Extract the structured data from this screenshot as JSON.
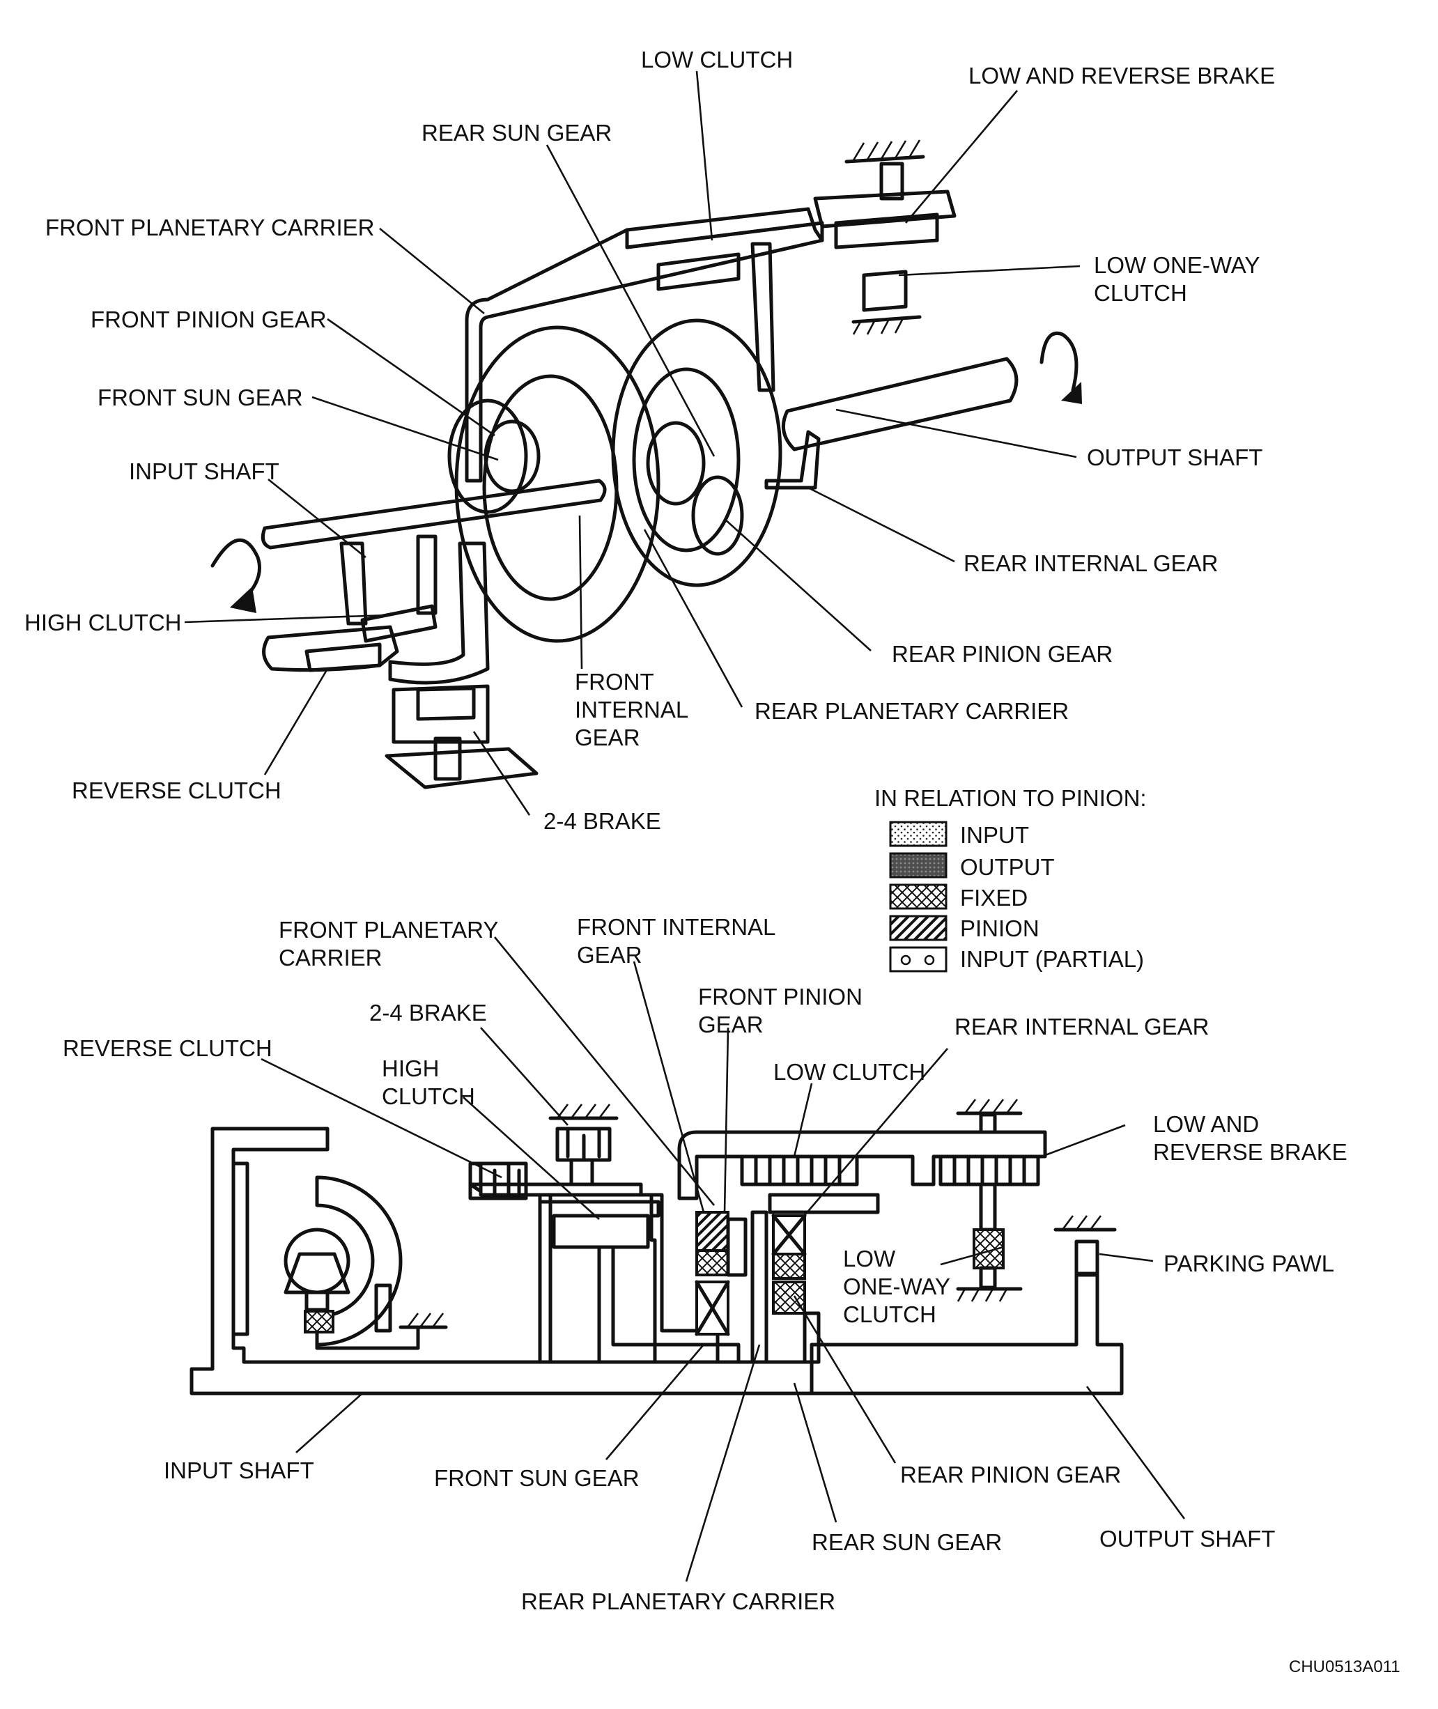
{
  "colors": {
    "input": "#f2f2f2",
    "output": "#5f5f5f",
    "fixed": "#ffffff",
    "pinion": "#ffffff",
    "ink": "#111111"
  },
  "top": {
    "low_clutch": "LOW CLUTCH",
    "low_reverse_brake": "LOW AND REVERSE BRAKE",
    "rear_sun_gear": "REAR SUN GEAR",
    "front_planetary_carrier": "FRONT PLANETARY CARRIER",
    "low_one_way_clutch": [
      "LOW ONE-WAY",
      "CLUTCH"
    ],
    "front_pinion_gear": "FRONT PINION GEAR",
    "front_sun_gear": "FRONT SUN GEAR",
    "output_shaft": "OUTPUT SHAFT",
    "input_shaft": "INPUT SHAFT",
    "rear_internal_gear": "REAR INTERNAL GEAR",
    "high_clutch": "HIGH CLUTCH",
    "rear_pinion_gear": "REAR PINION GEAR",
    "front_internal_gear": [
      "FRONT",
      "INTERNAL",
      "GEAR"
    ],
    "rear_planetary_carrier": "REAR PLANETARY CARRIER",
    "reverse_clutch": "REVERSE CLUTCH",
    "brake_2_4": "2-4 BRAKE"
  },
  "legend": {
    "title": "IN RELATION TO PINION:",
    "items": [
      {
        "label": "INPUT",
        "pattern": "dots"
      },
      {
        "label": "OUTPUT",
        "pattern": "dark"
      },
      {
        "label": "FIXED",
        "pattern": "cross"
      },
      {
        "label": "PINION",
        "pattern": "hatch"
      },
      {
        "label": "INPUT (PARTIAL)",
        "pattern": "partial"
      }
    ]
  },
  "bottom": {
    "front_planetary_carrier": [
      "FRONT PLANETARY",
      "CARRIER"
    ],
    "front_internal_gear": [
      "FRONT INTERNAL",
      "GEAR"
    ],
    "front_pinion_gear": [
      "FRONT PINION",
      "GEAR"
    ],
    "brake_2_4": "2-4 BRAKE",
    "rear_internal_gear": "REAR INTERNAL GEAR",
    "reverse_clutch": "REVERSE CLUTCH",
    "high_clutch": [
      "HIGH",
      "CLUTCH"
    ],
    "low_clutch": "LOW CLUTCH",
    "low_reverse_brake": [
      "LOW AND",
      "REVERSE BRAKE"
    ],
    "parking_pawl": "PARKING PAWL",
    "low_one_way_clutch": [
      "LOW",
      "ONE-WAY",
      "CLUTCH"
    ],
    "input_shaft": "INPUT SHAFT",
    "front_sun_gear": "FRONT SUN GEAR",
    "rear_pinion_gear": "REAR PINION GEAR",
    "rear_sun_gear": "REAR SUN GEAR",
    "output_shaft": "OUTPUT SHAFT",
    "rear_planetary_carrier": "REAR PLANETARY CARRIER"
  },
  "figure_code": "CHU0513A011"
}
